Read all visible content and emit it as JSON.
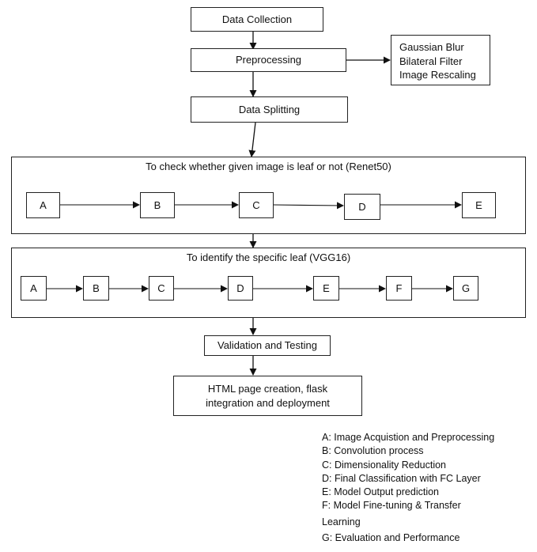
{
  "steps": {
    "data_collection": "Data Collection",
    "preprocessing": "Preprocessing",
    "data_splitting": "Data Splitting",
    "validation": "Validation and Testing",
    "deployment_line1": "HTML page creation, flask",
    "deployment_line2": "integration and deployment"
  },
  "preprocessing_methods": [
    "Gaussian Blur",
    "Bilateral Filter",
    "Image Rescaling"
  ],
  "stage1": {
    "title": "To check whether given image is leaf or not (Renet50)",
    "nodes": [
      "A",
      "B",
      "C",
      "D",
      "E"
    ]
  },
  "stage2": {
    "title": "To identify the specific leaf (VGG16)",
    "nodes": [
      "A",
      "B",
      "C",
      "D",
      "E",
      "F",
      "G"
    ]
  },
  "legend": [
    "A: Image Acquistion and Preprocessing",
    "B: Convolution process",
    "C: Dimensionality Reduction",
    "D: Final Classification with FC Layer",
    "E: Model Output prediction",
    "F: Model Fine-tuning & Transfer",
    "Learning",
    "G: Evaluation and Performance"
  ]
}
